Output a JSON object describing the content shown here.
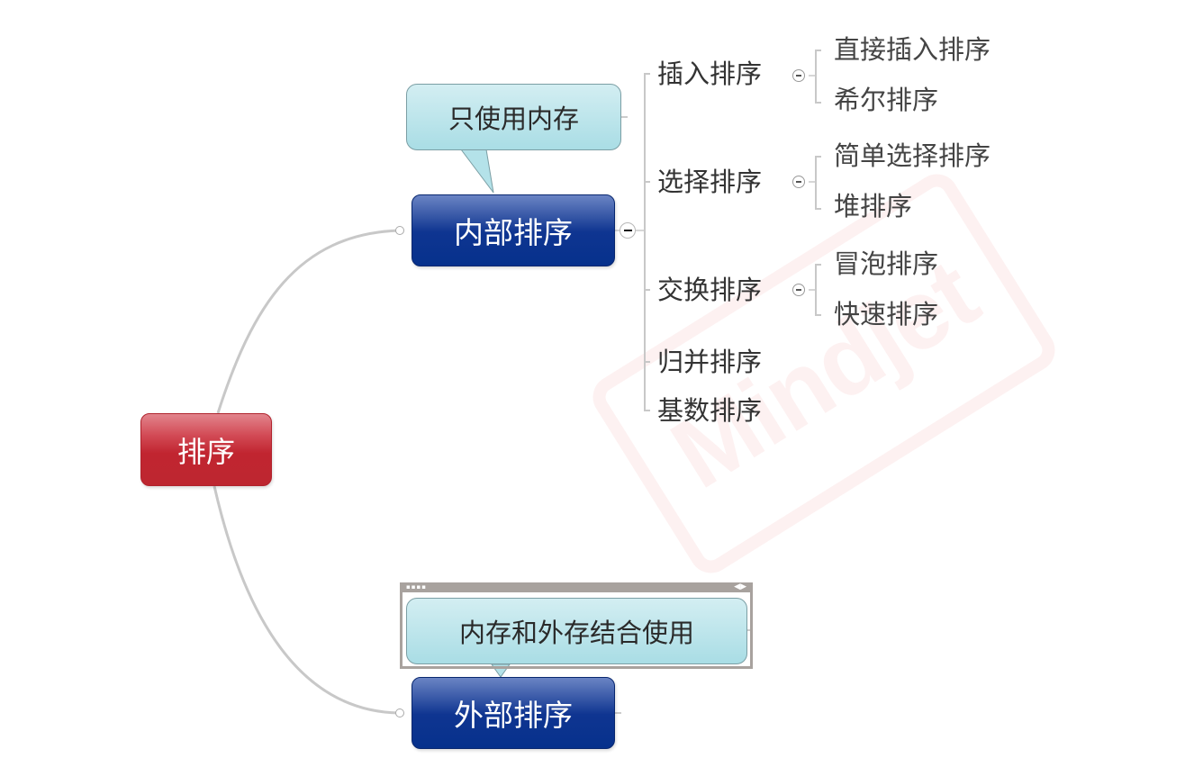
{
  "map": {
    "root": {
      "label": "排序",
      "color": "#c12530"
    },
    "main_topics": [
      {
        "label": "内部排序",
        "color": "#0f3591",
        "callout": "只使用内存",
        "subtopics": [
          {
            "label": "插入排序",
            "collapsed": false,
            "children": [
              "直接插入排序",
              "希尔排序"
            ]
          },
          {
            "label": "选择排序",
            "collapsed": false,
            "children": [
              "简单选择排序",
              "堆排序"
            ]
          },
          {
            "label": "交换排序",
            "collapsed": false,
            "children": [
              "冒泡排序",
              "快速排序"
            ]
          },
          {
            "label": "归并排序",
            "children": []
          },
          {
            "label": "基数排序",
            "children": []
          }
        ]
      },
      {
        "label": "外部排序",
        "color": "#0f3591",
        "callout": "内存和外存结合使用",
        "callout_selected": true
      }
    ],
    "callout_color": "#a9dde5",
    "connector_color": "#c8c8c8"
  },
  "watermark": {
    "text": "Mindjet",
    "color": "#e63c3c"
  }
}
